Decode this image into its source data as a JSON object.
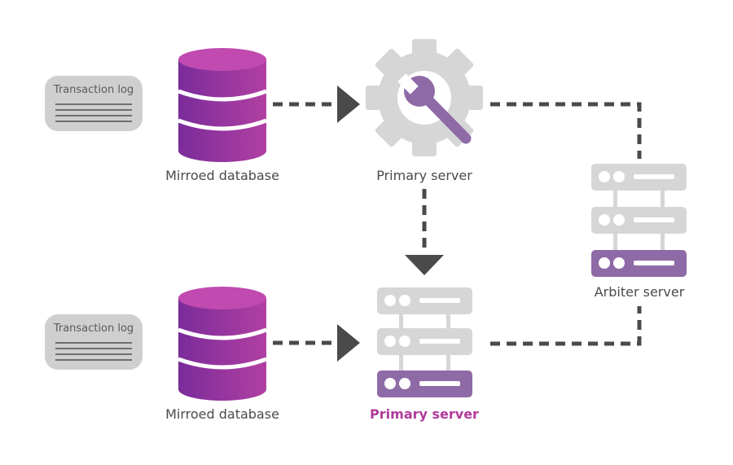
{
  "diagram": {
    "top_log": {
      "label": "Transaction log"
    },
    "bottom_log": {
      "label": "Transaction log"
    },
    "top_database": {
      "label": "Mirroed database"
    },
    "bottom_database": {
      "label": "Mirroed database"
    },
    "top_server": {
      "label": "Primary server",
      "icon": "gear-wrench-icon"
    },
    "bottom_server": {
      "label": "Primary server",
      "icon": "server-rack-icon"
    },
    "arbiter": {
      "label": "Arbiter server",
      "icon": "server-rack-icon"
    }
  },
  "colors": {
    "purple_dark": "#7a2c9a",
    "purple_light": "#b13fa2",
    "gray_icon": "#d6d6d6",
    "server_accent": "#8e6aa6",
    "arrow": "#4a4a4a",
    "label_accent": "#b03a9a"
  }
}
